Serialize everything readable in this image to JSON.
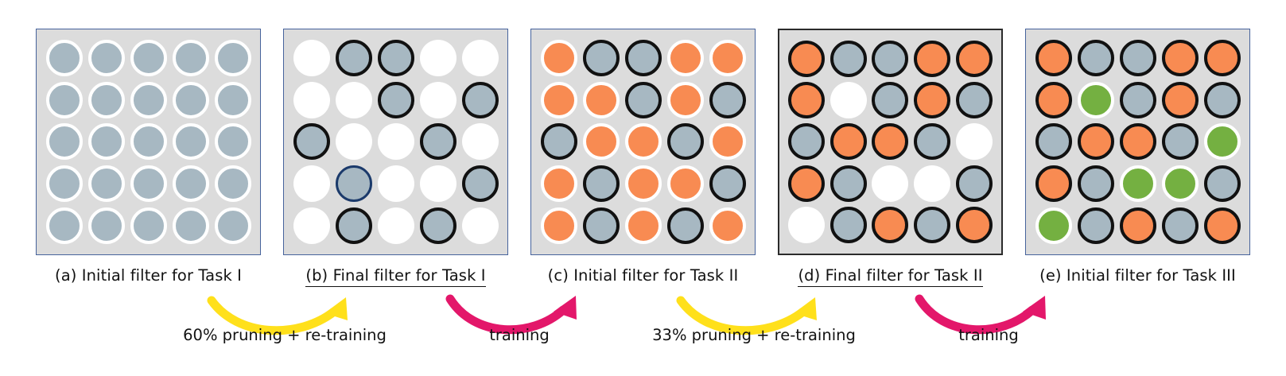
{
  "figure": {
    "kind": "pruning-pipeline-diagram",
    "palette": {
      "background": "#ffffff",
      "panel_fill": "#dcdcdc",
      "panel_border_blue": "#46639c",
      "panel_border_black": "#2b2b2b",
      "gray_unit": "#a7b8c2",
      "orange_unit": "#f88b52",
      "green_unit": "#74b041",
      "white_unit": "#ffffff",
      "outline_black": "#111111",
      "outline_white": "#ffffff",
      "outline_blue": "#1b3a6b",
      "arrow_yellow": "#ffe01b",
      "arrow_pink": "#e3176a",
      "text": "#121212"
    },
    "grid": {
      "rows": 5,
      "cols": 5
    }
  },
  "panels": [
    {
      "id": "a",
      "caption": "(a) Initial filter for Task I",
      "underlined": false,
      "border": "blue",
      "cells": [
        [
          "gray-white",
          "gray-white",
          "gray-white",
          "gray-white",
          "gray-white"
        ],
        [
          "gray-white",
          "gray-white",
          "gray-white",
          "gray-white",
          "gray-white"
        ],
        [
          "gray-white",
          "gray-white",
          "gray-white",
          "gray-white",
          "gray-white"
        ],
        [
          "gray-white",
          "gray-white",
          "gray-white",
          "gray-white",
          "gray-white"
        ],
        [
          "gray-white",
          "gray-white",
          "gray-white",
          "gray-white",
          "gray-white"
        ]
      ]
    },
    {
      "id": "b",
      "caption": "(b) Final filter for Task I",
      "underlined": true,
      "border": "blue",
      "cells": [
        [
          "white-none",
          "gray-black",
          "gray-black",
          "white-none",
          "white-none"
        ],
        [
          "white-none",
          "white-none",
          "gray-black",
          "white-none",
          "gray-black"
        ],
        [
          "gray-black",
          "white-none",
          "white-none",
          "gray-black",
          "white-none"
        ],
        [
          "white-none",
          "gray-blue",
          "white-none",
          "white-none",
          "gray-black"
        ],
        [
          "white-none",
          "gray-black",
          "white-none",
          "gray-black",
          "white-none"
        ]
      ]
    },
    {
      "id": "c",
      "caption": "(c) Initial filter for Task II",
      "underlined": false,
      "border": "blue",
      "cells": [
        [
          "orange-white",
          "gray-black",
          "gray-black",
          "orange-white",
          "orange-white"
        ],
        [
          "orange-white",
          "orange-white",
          "gray-black",
          "orange-white",
          "gray-black"
        ],
        [
          "gray-black",
          "orange-white",
          "orange-white",
          "gray-black",
          "orange-white"
        ],
        [
          "orange-white",
          "gray-black",
          "orange-white",
          "orange-white",
          "gray-black"
        ],
        [
          "orange-white",
          "gray-black",
          "orange-white",
          "gray-black",
          "orange-white"
        ]
      ]
    },
    {
      "id": "d",
      "caption": "(d) Final filter for Task II",
      "underlined": true,
      "border": "black",
      "cells": [
        [
          "orange-black",
          "gray-black",
          "gray-black",
          "orange-black",
          "orange-black"
        ],
        [
          "orange-black",
          "white-none",
          "gray-black",
          "orange-black",
          "gray-black"
        ],
        [
          "gray-black",
          "orange-black",
          "orange-black",
          "gray-black",
          "white-none"
        ],
        [
          "orange-black",
          "gray-black",
          "white-none",
          "white-none",
          "gray-black"
        ],
        [
          "white-none",
          "gray-black",
          "orange-black",
          "gray-black",
          "orange-black"
        ]
      ]
    },
    {
      "id": "e",
      "caption": "(e) Initial filter for Task III",
      "underlined": false,
      "border": "blue",
      "cells": [
        [
          "orange-black",
          "gray-black",
          "gray-black",
          "orange-black",
          "orange-black"
        ],
        [
          "orange-black",
          "green-white",
          "gray-black",
          "orange-black",
          "gray-black"
        ],
        [
          "gray-black",
          "orange-black",
          "orange-black",
          "gray-black",
          "green-white"
        ],
        [
          "orange-black",
          "gray-black",
          "green-white",
          "green-white",
          "gray-black"
        ],
        [
          "green-white",
          "gray-black",
          "orange-black",
          "gray-black",
          "orange-black"
        ]
      ]
    }
  ],
  "arrows": [
    {
      "id": "arrow-1",
      "label": "60% pruning + re-training",
      "color": "#ffe01b",
      "style": "yellow-curve-right"
    },
    {
      "id": "arrow-2",
      "label": "training",
      "color": "#e3176a",
      "style": "pink-curve-right"
    },
    {
      "id": "arrow-3",
      "label": "33% pruning + re-training",
      "color": "#ffe01b",
      "style": "yellow-curve-right"
    },
    {
      "id": "arrow-4",
      "label": "training",
      "color": "#e3176a",
      "style": "pink-curve-right"
    }
  ]
}
